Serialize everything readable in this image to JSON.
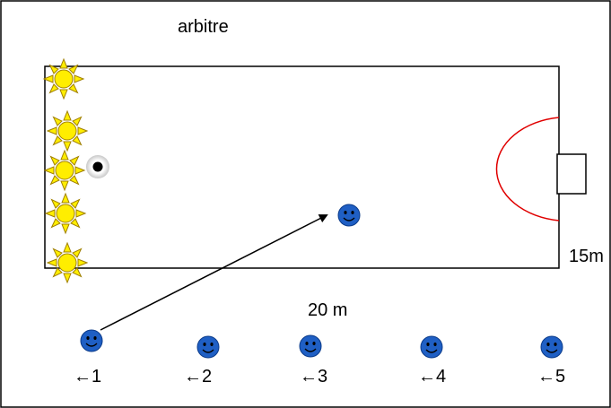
{
  "labels": {
    "referee": "arbitre",
    "width": "15m",
    "length": "20 m"
  },
  "players": [
    {
      "label": "←1"
    },
    {
      "label": "←2"
    },
    {
      "label": "←3"
    },
    {
      "label": "←4"
    },
    {
      "label": "←5"
    }
  ],
  "colors": {
    "field_outline": "#000000",
    "goal_area_arc": "#e00000",
    "player_face": "#1f5fc4",
    "sun_fill": "#ffee00",
    "sun_stroke": "#a08000",
    "ball": "#000000"
  },
  "icons": {
    "sun": "sun-icon",
    "smiley": "smiley-icon",
    "ball": "ball-icon",
    "arrow": "pass-arrow"
  }
}
